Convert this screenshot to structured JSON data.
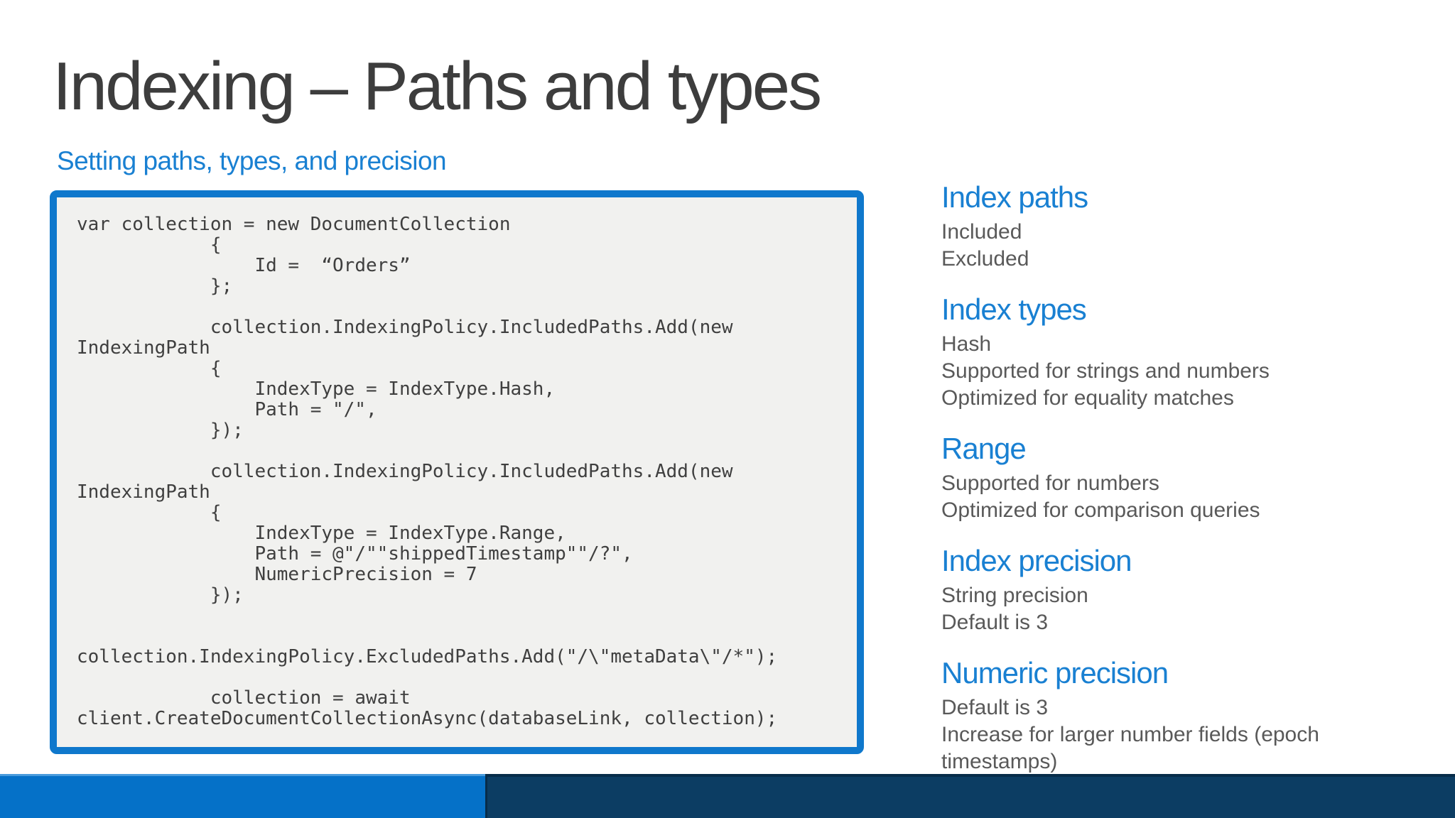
{
  "slide": {
    "title": "Indexing – Paths and types",
    "subtitle": "Setting paths, types, and precision",
    "code": {
      "lines": [
        "var collection = new DocumentCollection",
        "            {",
        "                Id =  “Orders”",
        "            };",
        "",
        "            collection.IndexingPolicy.IncludedPaths.Add(new",
        "IndexingPath",
        "            {",
        "                IndexType = IndexType.Hash,",
        "                Path = \"/\",",
        "            });",
        "",
        "            collection.IndexingPolicy.IncludedPaths.Add(new",
        "IndexingPath",
        "            {",
        "                IndexType = IndexType.Range,",
        "                Path = @\"/\"\"shippedTimestamp\"\"/?\",",
        "                NumericPrecision = 7",
        "            });",
        "",
        "",
        "collection.IndexingPolicy.ExcludedPaths.Add(\"/\\\"metaData\\\"/*\");",
        "",
        "            collection = await",
        "client.CreateDocumentCollectionAsync(databaseLink, collection);"
      ]
    },
    "sections": [
      {
        "heading": "Index paths",
        "items": [
          "Included",
          "Excluded"
        ]
      },
      {
        "heading": "Index types",
        "items": [
          "Hash",
          "Supported for strings and numbers",
          "Optimized for equality matches"
        ]
      },
      {
        "heading": "Range",
        "items": [
          "Supported for numbers",
          "Optimized for comparison queries"
        ]
      },
      {
        "heading": "Index precision",
        "items": [
          "String precision",
          "Default is 3"
        ]
      },
      {
        "heading": "Numeric precision",
        "items": [
          "Default is 3",
          "Increase for larger number fields (epoch timestamps)"
        ]
      }
    ],
    "colors": {
      "accent_blue": "#1980d2",
      "code_border_blue": "#0f78cc",
      "code_background": "#f1f1ef",
      "code_text": "#3f3f3f",
      "title_gray": "#3d3d3d",
      "body_gray": "#595959",
      "footer_blue": "#0571c8",
      "footer_navy": "#0c3d63"
    }
  }
}
